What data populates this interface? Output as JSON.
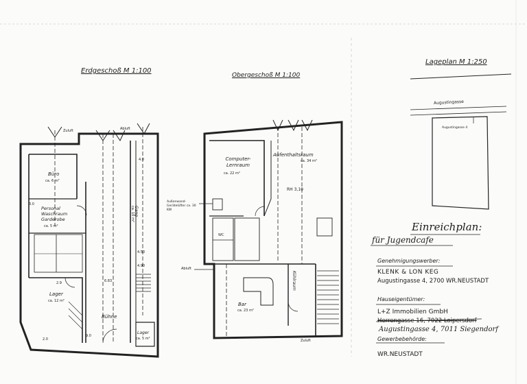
{
  "titles": {
    "ground": "Erdgeschoß M 1:100",
    "upper": "Obergeschoß M 1:100",
    "site": "Lageplan M 1:250"
  },
  "ground_floor": {
    "rooms": [
      {
        "name": "Büro",
        "area": "ca. 6 m²"
      },
      {
        "name": "Personal Waschraum Garderobe",
        "area": "ca. 5 m²"
      },
      {
        "name": "Lager",
        "area": "ca. 12 m²"
      },
      {
        "name": "Bühne",
        "area": ""
      },
      {
        "name": "Gang",
        "area": "ca. 10 m²"
      },
      {
        "name": "Lager",
        "area": "ca. 5 m²"
      }
    ],
    "labels": {
      "zuluft": "Zuluft",
      "abluft": "Abluft"
    },
    "dims": [
      "6.83",
      "2.9",
      "4.90",
      "4.50",
      "2.0",
      "9.0",
      "3.0",
      "4.0"
    ]
  },
  "upper_floor": {
    "rooms": [
      {
        "name": "Computer- Lernraum",
        "area": "ca. 22 m²"
      },
      {
        "name": "Aufenthaltsraum",
        "area": "ca. 34 m²"
      },
      {
        "name": "Bar",
        "area": "ca. 23 m²"
      },
      {
        "name": "Kühlraum",
        "area": ""
      }
    ],
    "labels": {
      "rh": "RH 3,10",
      "aussenwand": "Außenwand- Gerätelüfter ca. 30 KW",
      "abluft": "Abluft",
      "zuluft": "Zuluft",
      "wc": "WC"
    }
  },
  "site_plan": {
    "street": "Augustingasse",
    "plot": "Augustingasse 4"
  },
  "info": {
    "heading": "Einreichplan:",
    "purpose": "für Jugendcafe",
    "applicant_label": "Genehmigungswerber:",
    "applicant_name": "KLENK & LON KEG",
    "applicant_address": "Augustingasse 4, 2700 WR.NEUSTADT",
    "owner_label": "Hauseigentümer:",
    "owner_name": "L+Z Immobilien GmbH",
    "owner_old_address": "Herrengasse 16, 7022 Loipersdorf",
    "owner_new_address": "Augustingasse 4, 7011 Siegendorf",
    "authority_label": "Gewerbebehörde:",
    "authority_name": "WR.NEUSTADT"
  }
}
